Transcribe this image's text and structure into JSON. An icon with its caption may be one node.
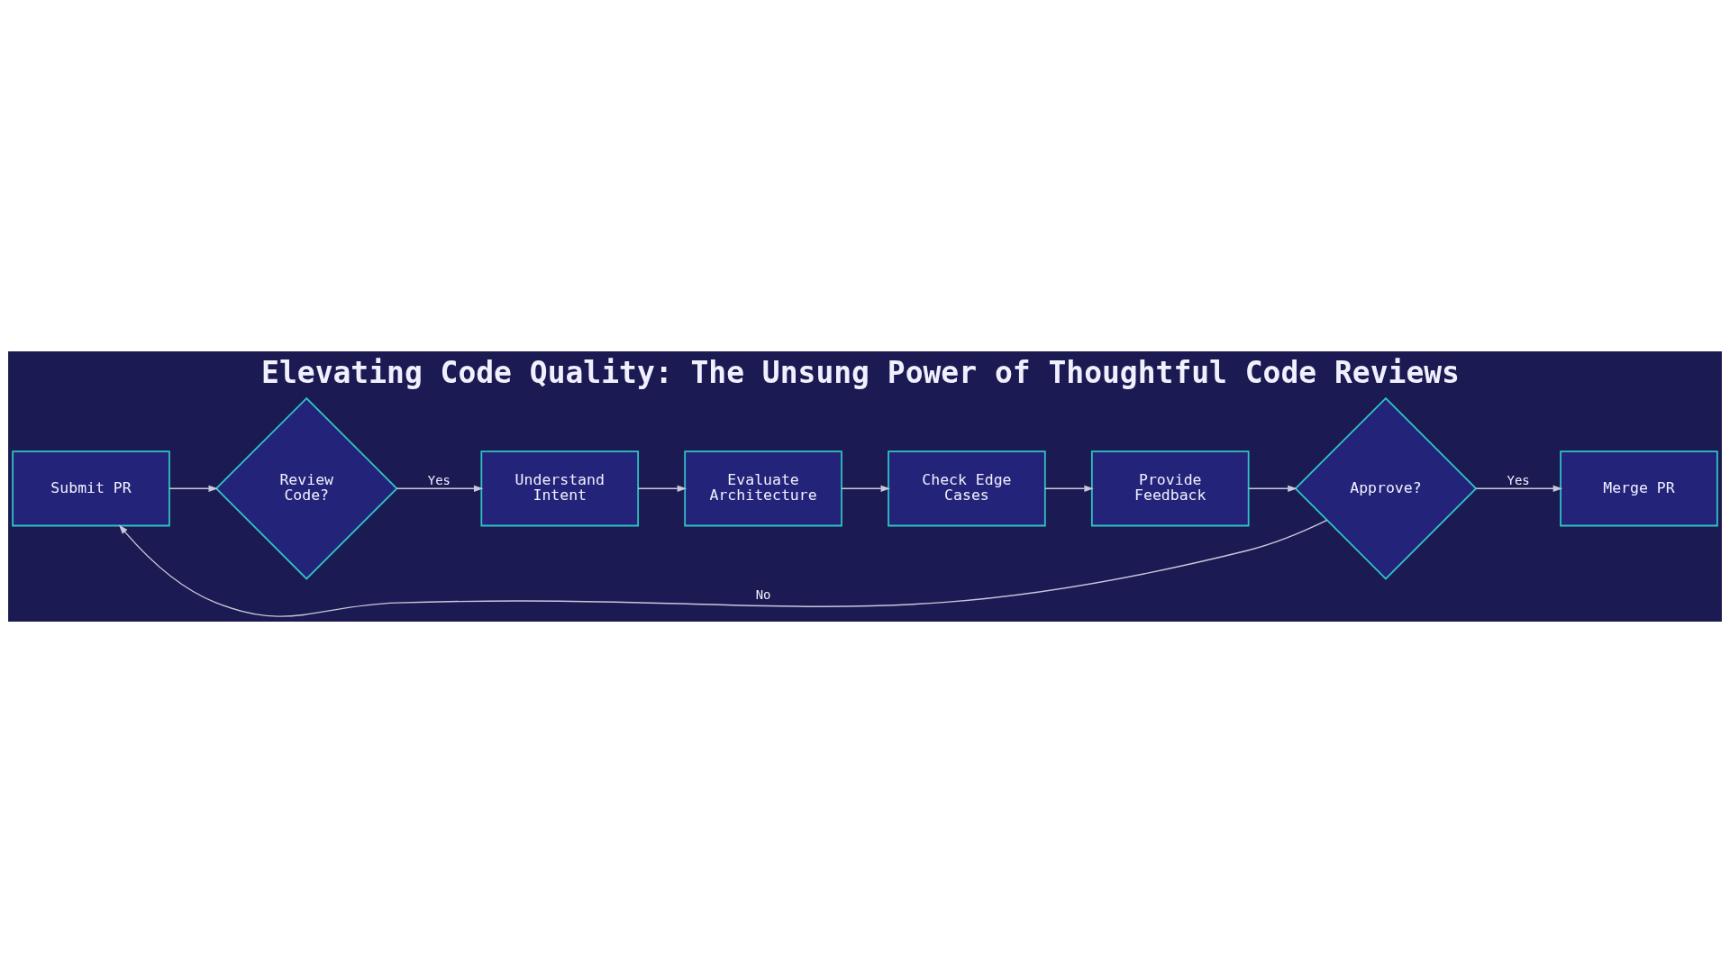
{
  "diagram": {
    "title": "Elevating Code Quality: The Unsung Power of Thoughtful Code Reviews",
    "nodes": [
      {
        "text": [
          "Submit PR"
        ]
      },
      {
        "text": [
          "Review Code?"
        ]
      },
      {
        "text": [
          "Understand Intent"
        ]
      },
      {
        "text": [
          "Evaluate Architecture"
        ]
      },
      {
        "text": [
          "Check Edge Cases"
        ]
      },
      {
        "text": [
          "Provide Feedback"
        ]
      },
      {
        "text": [
          "Approve?"
        ]
      },
      {
        "text": [
          "Merge PR"
        ]
      }
    ],
    "edges": [
      {
        "from": 0,
        "to": 1,
        "arrow": "to"
      },
      {
        "from": 1,
        "to": 2,
        "arrow": "to",
        "label": "Yes"
      },
      {
        "from": 2,
        "to": 3,
        "arrow": "to"
      },
      {
        "from": 3,
        "to": 4,
        "arrow": "to"
      },
      {
        "from": 4,
        "to": 5,
        "arrow": "to"
      },
      {
        "from": 5,
        "to": 6,
        "arrow": "to"
      },
      {
        "from": 6,
        "to": 7,
        "arrow": "to",
        "label": "Yes"
      },
      {
        "from": 6,
        "to": 0,
        "arrow": "to",
        "label": "No"
      }
    ]
  }
}
